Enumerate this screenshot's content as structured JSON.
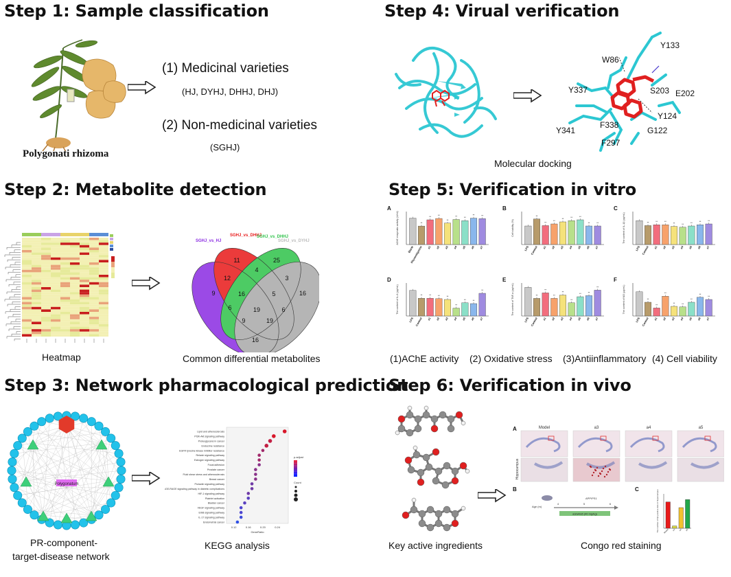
{
  "steps": {
    "s1": "Step 1: Sample classification",
    "s2": "Step 2: Metabolite detection",
    "s3": "Step 3: Network pharmacological prediction",
    "s4": "Step 4: Virual verification",
    "s5": "Step 5: Verification in vitro",
    "s6": "Step 6: Verification in vivo"
  },
  "step1": {
    "plant_label": "Polygonati rhizoma",
    "medicinal": "(1) Medicinal varieties",
    "medicinal_list": "(HJ, DYHJ, DHHJ, DHJ)",
    "non_medicinal": "(2) Non-medicinal varieties",
    "non_medicinal_list": "(SGHJ)"
  },
  "step2": {
    "heatmap_caption": "Heatmap",
    "venn_caption": "Common differential metabolites",
    "venn_sets": [
      "SGHJ_vs_HJ",
      "SGHJ_vs_DHHJ",
      "SGHJ_vs_DHHJ",
      "SGHJ_vs_DYHJ"
    ],
    "venn_counts": [
      "9",
      "11",
      "25",
      "16",
      "12",
      "4",
      "3",
      "16",
      "6",
      "19",
      "5",
      "6",
      "9",
      "19",
      "16"
    ]
  },
  "step3": {
    "network_caption_1": "PR-component-",
    "network_caption_2": "target-disease network",
    "network_center": "Polygonatum",
    "kegg_caption": "KEGG analysis",
    "kegg_legend_title": "p.adjust",
    "kegg_legend_count": "Count",
    "kegg_pathways": [
      "Lipid and atherosclerosis",
      "PI3K-Akt signaling pathway",
      "Proteoglycans in cancer",
      "Endocrine resistance",
      "EGFR tyrosine kinase inhibitor resistance",
      "Relaxin signaling pathway",
      "Estrogen signaling pathway",
      "Focal adhesion",
      "Prostate cancer",
      "Fluid shear stress and atherosclerosis",
      "Breast cancer",
      "Prolactin signaling pathway",
      "AGE-RAGE signaling pathway in diabetic complications",
      "HIF-1 signaling pathway",
      "Platelet activation",
      "Bladder cancer",
      "VEGF signaling pathway",
      "ErbB signaling pathway",
      "IL-17 signaling pathway",
      "Endometrial cancer"
    ],
    "kegg_xlabel": "GeneRatio",
    "kegg_xticks": [
      "0.12",
      "0.16",
      "0.20",
      "0.24"
    ]
  },
  "step4": {
    "docking_caption": "Molecular docking",
    "residues": [
      "Y133",
      "W86",
      "S203",
      "E202",
      "Y337",
      "Y124",
      "F338",
      "G122",
      "Y341",
      "F297"
    ]
  },
  "step5": {
    "panels": [
      "A",
      "B",
      "C",
      "D",
      "E",
      "F"
    ],
    "ylabels": [
      "AChE enzymatic activity (U/ml)",
      "Cell viability (%)",
      "The content of IL-1β (pg/mL)",
      "The content of IL-6 (pg/mL)",
      "The content of TNF-α (pg/mL)",
      "The content of NO (μg/mL)"
    ],
    "xcats_a": [
      "Blank",
      "Physostigmine",
      "a1",
      "a2",
      "a3",
      "a4",
      "a5",
      "a6",
      "a7"
    ],
    "xcats_b": [
      "LPS",
      "Control",
      "a1",
      "a2",
      "a3",
      "a4",
      "a5",
      "a6",
      "a7"
    ],
    "captions": [
      "(1)AChE activity",
      "(2) Oxidative stress",
      "(3)Antiinflammatory",
      "(4) Cell viability"
    ]
  },
  "step6": {
    "ingredients_caption": "Key active ingredients",
    "congo_caption": "Congo red staining",
    "panel_a": "A",
    "panel_b": "B",
    "panel_c": "C",
    "groups": [
      "Model",
      "a3",
      "a4",
      "a5"
    ],
    "side_label": "Hippocampus",
    "abeta": "Aβ",
    "timeline_age": "Age (m)",
    "timeline_model": "APP/PS1",
    "timeline_treat": "a3/a4/a5 (40 mg/kg)",
    "timeline_ticks": [
      "4",
      "5",
      "6"
    ],
    "bar_ylabel": "The number of Aβ-positive dots in hippocampus",
    "bar_cats": [
      "Model",
      "a3",
      "a4",
      "a5"
    ]
  },
  "colors": {
    "protein": "#2cc7d2",
    "ligand": "#e02020",
    "venn": [
      "#8a2be2",
      "#e81a1a",
      "#2fc24a",
      "#a9a9a9"
    ],
    "bar_pink": "#f26d7d"
  },
  "chart_data": [
    {
      "type": "bar",
      "categories": [
        "Blank",
        "Physostigmine",
        "a1",
        "a2",
        "a3",
        "a4",
        "a5",
        "a6",
        "a7"
      ],
      "values": [
        160,
        112,
        150,
        158,
        130,
        152,
        145,
        160,
        157
      ],
      "ylim": [
        0,
        200
      ]
    },
    {
      "type": "bar",
      "categories": [
        "LPS",
        "Control",
        "a1",
        "a2",
        "a3",
        "a4",
        "a5",
        "a6",
        "a7"
      ],
      "values": [
        45,
        62,
        46,
        50,
        55,
        58,
        60,
        45,
        45
      ],
      "ylim": [
        0,
        80
      ]
    },
    {
      "type": "bar",
      "categories": [
        "LPS",
        "Control",
        "a1",
        "a2",
        "a3",
        "a4",
        "a5",
        "a6",
        "a7"
      ],
      "values": [
        290,
        230,
        240,
        240,
        220,
        210,
        225,
        240,
        250
      ],
      "ylim": [
        0,
        400
      ]
    },
    {
      "type": "bar",
      "categories": [
        "LPS",
        "Control",
        "a1",
        "a2",
        "a3",
        "a4",
        "a5",
        "a6",
        "a7"
      ],
      "values": [
        310,
        215,
        215,
        210,
        200,
        95,
        160,
        150,
        275
      ],
      "ylim": [
        0,
        400
      ]
    },
    {
      "type": "bar",
      "categories": [
        "LPS",
        "Control",
        "a1",
        "a2",
        "a3",
        "a4",
        "a5",
        "a6",
        "a7"
      ],
      "values": [
        52,
        32,
        42,
        32,
        38,
        24,
        35,
        37,
        47
      ],
      "ylim": [
        0,
        60
      ]
    },
    {
      "type": "bar",
      "categories": [
        "LPS",
        "Control",
        "a1",
        "a2",
        "a3",
        "a4",
        "a5",
        "a6",
        "a7"
      ],
      "values": [
        8.8,
        5.0,
        2.9,
        7.2,
        3.5,
        3.3,
        5.0,
        6.8,
        6.0
      ],
      "ylim": [
        0,
        12
      ]
    },
    {
      "type": "bar",
      "categories": [
        "Model",
        "a3",
        "a4",
        "a5"
      ],
      "values": [
        2.3,
        0.2,
        1.8,
        2.5
      ],
      "ylim": [
        0,
        3
      ]
    },
    {
      "type": "scatter",
      "categories": [
        "Lipid and atherosclerosis",
        "PI3K-Akt signaling pathway",
        "Proteoglycans in cancer",
        "Endocrine resistance",
        "EGFR tyrosine kinase inhibitor resistance",
        "Relaxin signaling pathway",
        "Estrogen signaling pathway",
        "Focal adhesion",
        "Prostate cancer",
        "Fluid shear stress and atherosclerosis",
        "Breast cancer",
        "Prolactin signaling pathway",
        "AGE-RAGE signaling pathway in diabetic complications",
        "HIF-1 signaling pathway",
        "Platelet activation",
        "Bladder cancer",
        "VEGF signaling pathway",
        "ErbB signaling pathway",
        "IL-17 signaling pathway",
        "Endometrial cancer"
      ],
      "values": [
        0.26,
        0.23,
        0.22,
        0.21,
        0.2,
        0.19,
        0.19,
        0.19,
        0.18,
        0.18,
        0.18,
        0.17,
        0.17,
        0.16,
        0.16,
        0.15,
        0.14,
        0.14,
        0.14,
        0.13
      ]
    }
  ]
}
